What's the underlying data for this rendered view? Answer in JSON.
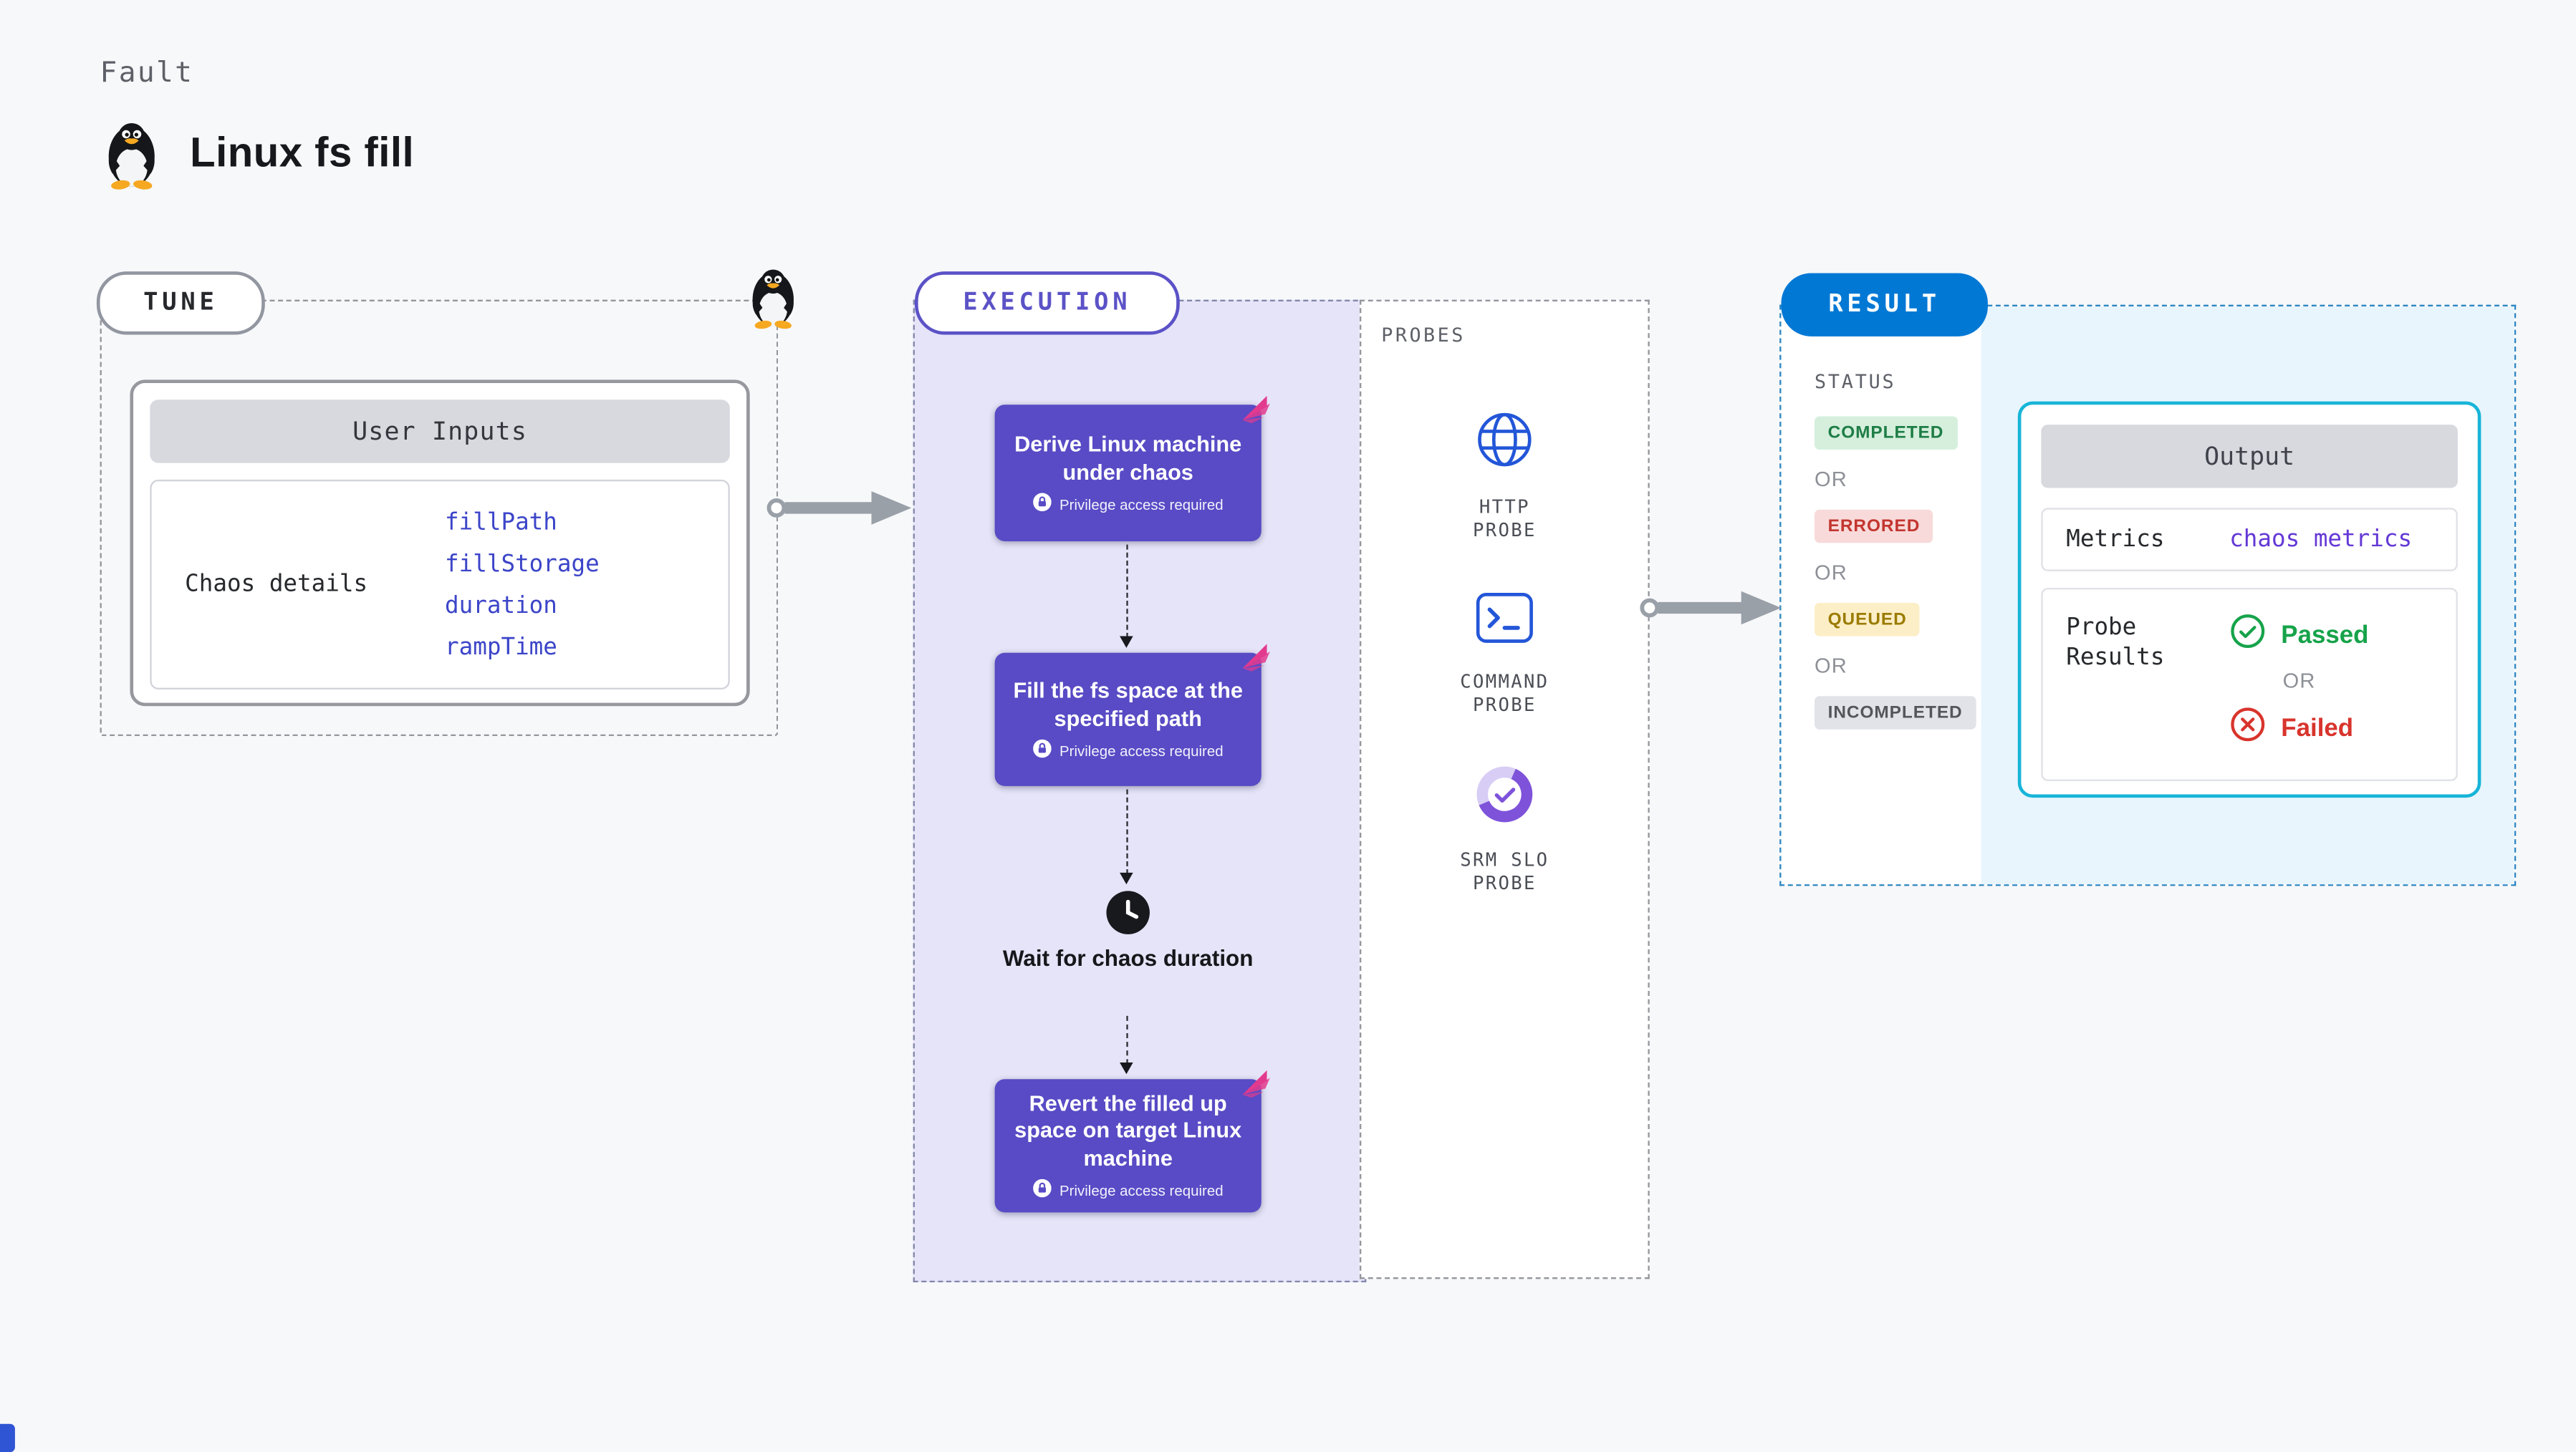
{
  "page": {
    "fault_label": "Fault",
    "title": "Linux fs fill"
  },
  "tune": {
    "label": "TUNE",
    "user_inputs_title": "User Inputs",
    "chaos_details_label": "Chaos details",
    "inputs": [
      "fillPath",
      "fillStorage",
      "duration",
      "rampTime"
    ]
  },
  "execution": {
    "label": "EXECUTION",
    "privilege_badge": "Privilege access required",
    "steps": [
      {
        "title": "Derive Linux machine under chaos"
      },
      {
        "title": "Fill the fs space at the specified path"
      },
      {
        "title": "Revert the filled up space on target Linux machine"
      }
    ],
    "wait_label": "Wait for chaos duration"
  },
  "probes": {
    "label": "PROBES",
    "items": [
      "HTTP PROBE",
      "COMMAND PROBE",
      "SRM SLO PROBE"
    ]
  },
  "result": {
    "label": "RESULT",
    "status_label": "STATUS",
    "or_label": "OR",
    "statuses": [
      {
        "label": "COMPLETED",
        "bg": "#d5efdc",
        "color": "#1e7d45"
      },
      {
        "label": "ERRORED",
        "bg": "#f8dada",
        "color": "#c2362f"
      },
      {
        "label": "QUEUED",
        "bg": "#fceec6",
        "color": "#9a7b00"
      },
      {
        "label": "INCOMPLETED",
        "bg": "#e1e3e8",
        "color": "#53565c"
      }
    ],
    "output": {
      "title": "Output",
      "metrics_label": "Metrics",
      "metrics_value": "chaos metrics",
      "probe_results_label": "Probe Results",
      "passed_label": "Passed",
      "failed_label": "Failed"
    }
  },
  "colors": {
    "accent_purple": "#584bc5",
    "accent_blue": "#0278d5",
    "output_border": "#17b5d8",
    "link_blue": "#3c45c8",
    "link_purple": "#6438d6",
    "pink_flag": "#e23a8e",
    "passed_green": "#16a34a",
    "failed_red": "#d8342c",
    "arrow_gray": "#9aa0a8"
  }
}
